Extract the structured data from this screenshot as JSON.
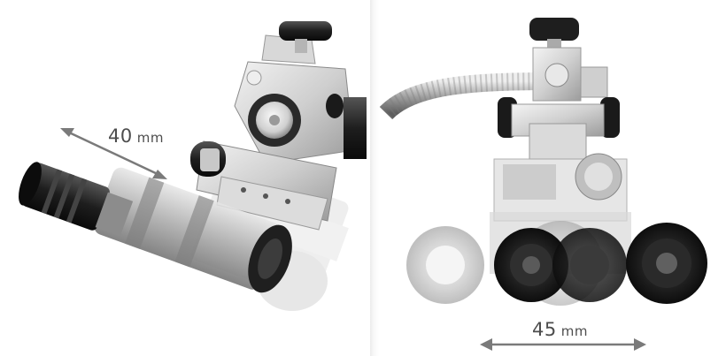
{
  "panels": {
    "left": {
      "dimension": {
        "value": "40",
        "unit": "mm"
      }
    },
    "right": {
      "dimension": {
        "value": "45",
        "unit": "mm"
      }
    }
  },
  "colors": {
    "background": "#ffffff",
    "dimension_text": "#4d4d4d",
    "arrow": "#7a7a7a"
  }
}
